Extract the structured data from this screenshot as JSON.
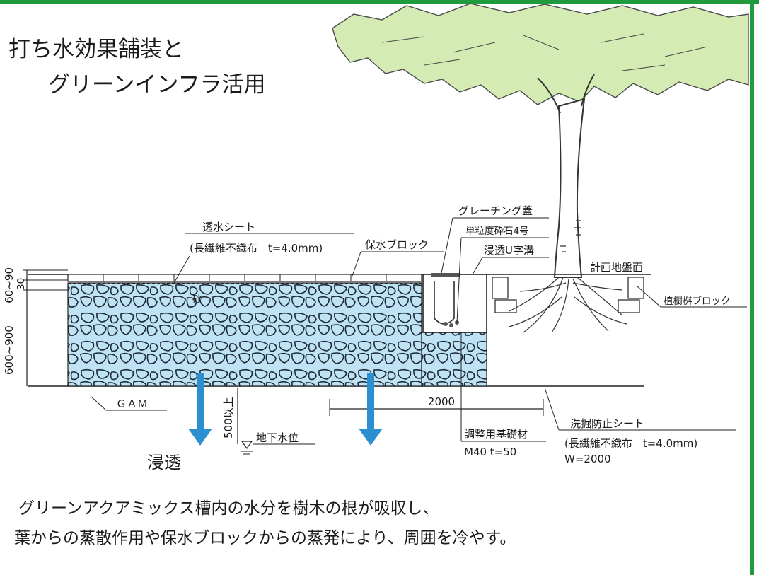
{
  "title": {
    "line1": "打ち水効果舗装と",
    "line2": "グリーンインフラ活用"
  },
  "labels": {
    "permeable_sheet": "透水シート",
    "permeable_sheet_spec": "(長繊維不織布　t=4.0mm)",
    "water_retaining_block": "保水ブロック",
    "grating_cover": "グレーチング蓋",
    "single_grain_stone": "単粒度砕石4号",
    "infiltration_u_gutter": "浸透U字溝",
    "planned_ground_level": "計画地盤面",
    "tree_pit_block": "植樹桝ブロック",
    "sand": "砂",
    "gam": "ＧＡＭ",
    "dim_2000": "2000",
    "dim_500": "500以上",
    "groundwater_level": "地下水位",
    "infiltration": "浸透",
    "adjust_base": "調整用基礎材",
    "adjust_base_spec": "M40 t=50",
    "scour_sheet": "洗掘防止シート",
    "scour_sheet_spec": "(長繊維不織布　t=4.0mm)",
    "scour_sheet_width": "W=2000",
    "dim_60_90": "60~90",
    "dim_30": "30",
    "dim_600_900": "600~900"
  },
  "caption": {
    "line1": "グリーンアクアミックス槽内の水分を樹木の根が吸収し、",
    "line2": "葉からの蒸散作用や保水ブロックからの蒸発により、周囲を冷やす。"
  },
  "colors": {
    "frame_green": "#1f9a3c",
    "leaf_green": "#d4ecb4",
    "gravel_blue": "#bfe3f4",
    "arrow_blue": "#2b8fd0"
  }
}
